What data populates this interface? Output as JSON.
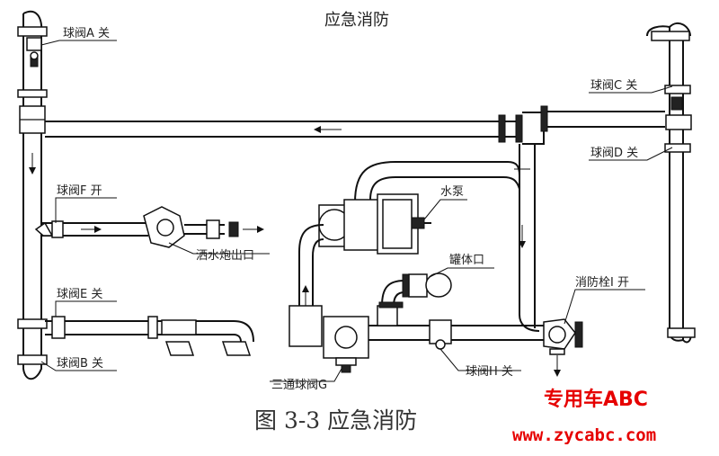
{
  "title": "应急消防",
  "caption": "图 3-3 应急消防",
  "labels": {
    "valve_a": "球阀A 关",
    "valve_b": "球阀B 关",
    "valve_c": "球阀C 关",
    "valve_d": "球阀D 关",
    "valve_e": "球阀E 关",
    "valve_f": "球阀F 开",
    "valve_g": "三通球阀G",
    "valve_h": "球阀H 关",
    "hydrant_i": "消防栓I 开",
    "pump": "水泵",
    "tank_port": "罐体口",
    "cannon_outlet": "洒水炮出口"
  },
  "watermark": {
    "brand": "专用车ABC",
    "url": "www.zycabc.com",
    "color": "#e60000"
  }
}
